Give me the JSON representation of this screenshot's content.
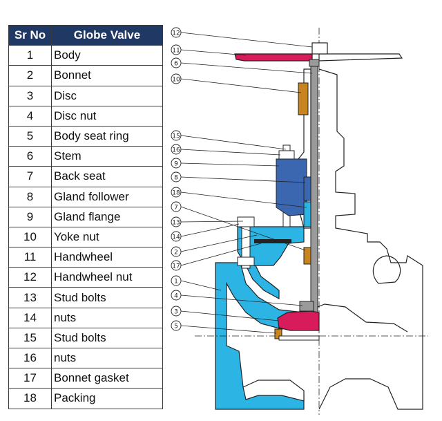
{
  "table": {
    "headers": [
      "Sr No",
      "Globe Valve"
    ],
    "rows": [
      {
        "no": "1",
        "name": "Body"
      },
      {
        "no": "2",
        "name": "Bonnet"
      },
      {
        "no": "3",
        "name": "Disc"
      },
      {
        "no": "4",
        "name": "Disc nut"
      },
      {
        "no": "5",
        "name": "Body seat ring"
      },
      {
        "no": "6",
        "name": "Stem"
      },
      {
        "no": "7",
        "name": "Back seat"
      },
      {
        "no": "8",
        "name": "Gland follower"
      },
      {
        "no": "9",
        "name": "Gland flange"
      },
      {
        "no": "10",
        "name": "Yoke nut"
      },
      {
        "no": "11",
        "name": "Handwheel"
      },
      {
        "no": "12",
        "name": "Handwheel nut"
      },
      {
        "no": "13",
        "name": "Stud bolts"
      },
      {
        "no": "14",
        "name": "nuts"
      },
      {
        "no": "15",
        "name": "Stud bolts"
      },
      {
        "no": "16",
        "name": "nuts"
      },
      {
        "no": "17",
        "name": "Bonnet gasket"
      },
      {
        "no": "18",
        "name": "Packing"
      }
    ]
  },
  "diagram": {
    "callouts": [
      "12",
      "11",
      "6",
      "10",
      "15",
      "16",
      "9",
      "8",
      "18",
      "7",
      "13",
      "14",
      "2",
      "17",
      "1",
      "4",
      "3",
      "5"
    ],
    "colors": {
      "body": "#2bb4e4",
      "handwheel": "#d81b5a",
      "brass": "#c8841e",
      "gray": "#9a9a9a",
      "gland": "#3a67b0",
      "outline": "#222222"
    }
  }
}
